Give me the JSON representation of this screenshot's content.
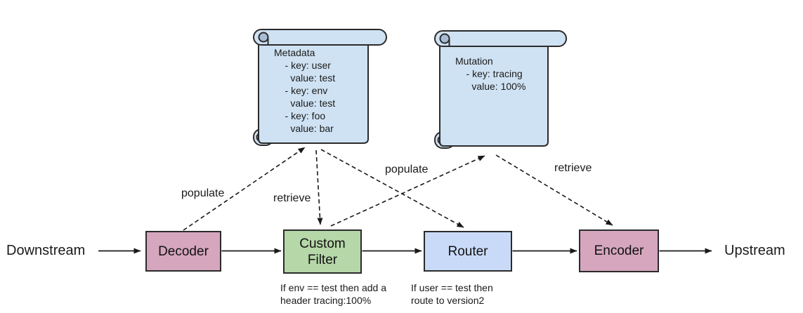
{
  "diagram": {
    "colors": {
      "node_pink": "#d5a6bd",
      "node_green": "#b6d7a8",
      "node_blue": "#c9daf8",
      "scroll_fill": "#cfe2f3",
      "scroll_curl": "#a8bdd4",
      "border": "#2b2b2b",
      "line": "#1a1a1a"
    },
    "endpoints": {
      "left": "Downstream",
      "right": "Upstream"
    },
    "nodes": [
      {
        "id": "decoder",
        "label": "Decoder",
        "fill": "#d5a6bd"
      },
      {
        "id": "custom-filter",
        "label": "Custom Filter",
        "fill": "#b6d7a8",
        "caption": "If env == test then add a\nheader tracing:100%"
      },
      {
        "id": "router",
        "label": "Router",
        "fill": "#c9daf8",
        "caption": "If user == test then\nroute to version2"
      },
      {
        "id": "encoder",
        "label": "Encoder",
        "fill": "#d5a6bd"
      }
    ],
    "scrolls": [
      {
        "id": "metadata",
        "fill": "#cfe2f3",
        "text": "Metadata\n    - key: user\n      value: test\n    - key: env\n      value: test\n    - key: foo\n      value: bar"
      },
      {
        "id": "mutation",
        "fill": "#cfe2f3",
        "text": "Mutation\n    - key: tracing\n      value: 100%"
      }
    ],
    "edge_labels": {
      "populate_decoder": "populate",
      "retrieve_filter": "retrieve",
      "populate_filter": "populate",
      "retrieve_encoder": "retrieve"
    }
  }
}
